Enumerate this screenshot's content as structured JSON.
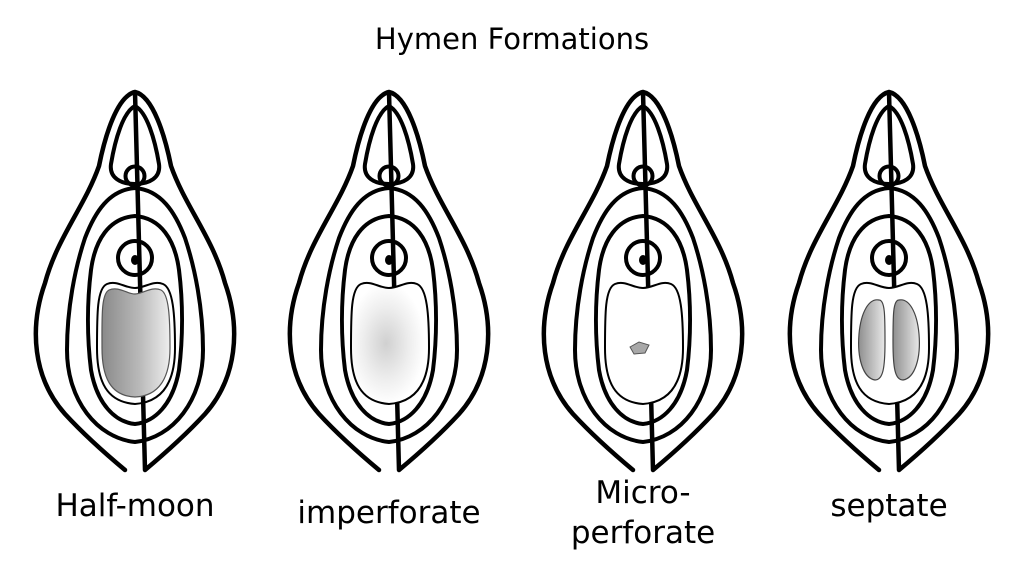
{
  "title": "Hymen Formations",
  "figures": [
    {
      "id": "half-moon",
      "label_lines": [
        "Half-moon"
      ]
    },
    {
      "id": "imperforate",
      "label_lines": [
        "imperforate"
      ]
    },
    {
      "id": "microperforate",
      "label_lines": [
        "Micro-",
        "perforate"
      ]
    },
    {
      "id": "septate",
      "label_lines": [
        "septate"
      ]
    }
  ],
  "colors": {
    "line": "#000000",
    "opening_dark": "#8a8a8a",
    "opening_light": "#f2f2f2",
    "background": "#ffffff"
  }
}
